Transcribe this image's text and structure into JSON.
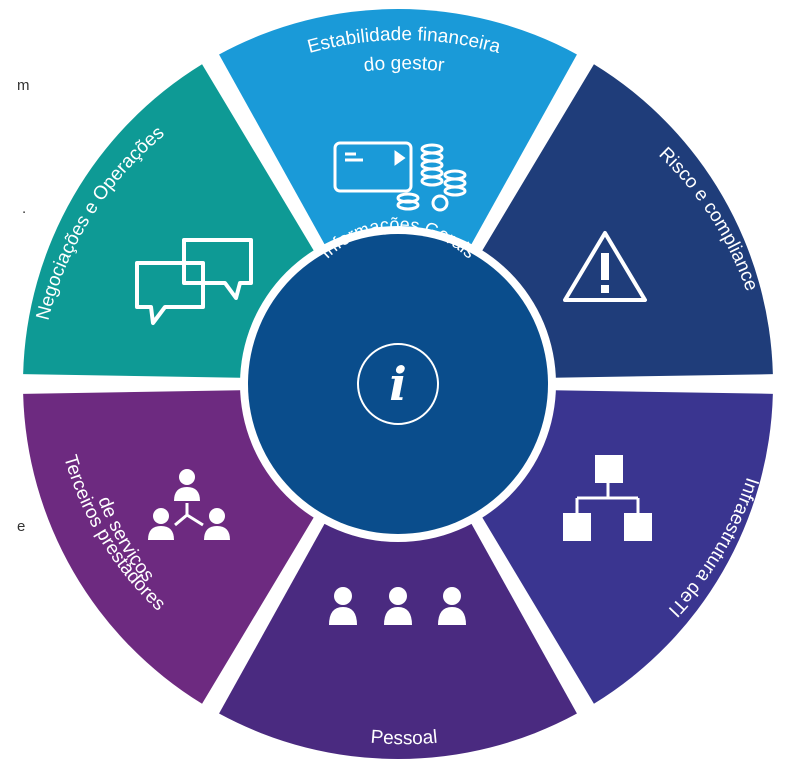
{
  "edge_fragments": [
    "m",
    ".",
    "e"
  ],
  "center": {
    "title": "Informações Gerais",
    "icon": "info-icon",
    "color": "#0a4d8c"
  },
  "segments": [
    {
      "id": "estabilidade",
      "lines": [
        "Estabilidade financeira",
        "do gestor"
      ],
      "icon": "card-coins-icon",
      "color": "#1a9ad8"
    },
    {
      "id": "risco",
      "lines": [
        "Risco e compliance"
      ],
      "icon": "warning-icon",
      "color": "#1f3d7a"
    },
    {
      "id": "infra",
      "lines": [
        "Infraestrutura deTI"
      ],
      "icon": "org-chart-icon",
      "color": "#3a3590"
    },
    {
      "id": "pessoal",
      "lines": [
        "Pessoal"
      ],
      "icon": "people-icon",
      "color": "#4a2a80"
    },
    {
      "id": "terceiros",
      "lines": [
        "Terceiros prestadores",
        "de serviços"
      ],
      "icon": "network-people-icon",
      "color": "#6d2a80"
    },
    {
      "id": "negociacoes",
      "lines": [
        "Negociações e Operações"
      ],
      "icon": "chat-icon",
      "color": "#0e9a95"
    }
  ]
}
